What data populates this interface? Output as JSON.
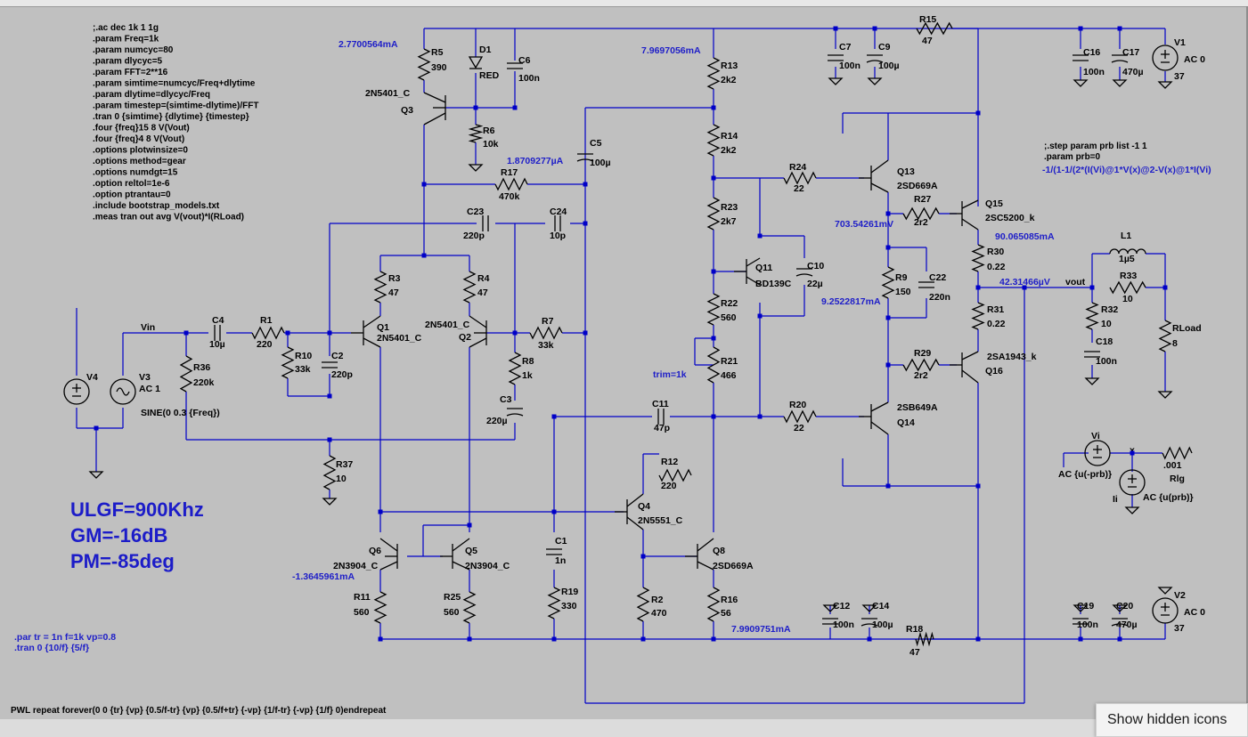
{
  "directives": [
    ";.ac dec 1k 1 1g",
    ".param Freq=1k",
    ".param numcyc=80",
    ".param dlycyc=5",
    ".param FFT=2**16",
    ".param simtime=numcyc/Freq+dlytime",
    ".param dlytime=dlycyc/Freq",
    ".param timestep=(simtime-dlytime)/FFT",
    ".tran 0 {simtime} {dlytime} {timestep}",
    ".four {freq}15 8 V(Vout)",
    ".four {freq}4 8 V(Vout)",
    ".options plotwinsize=0",
    ".options method=gear",
    ".options numdgt=15",
    ".option reltol=1e-6",
    ".option ptrantau=0",
    ".include bootstrap_models.txt",
    ".meas tran out avg V(vout)*I(RLoad)"
  ],
  "step_directives": [
    ";.step param prb list -1 1",
    ".param prb=0"
  ],
  "loopgain_expr": "-1/(1-1/(2*(I(Vi)@1*V(x)@2-V(x)@1*I(Vi)",
  "pulse_directives": [
    ".par tr = 1n f=1k vp=0.8",
    ".tran 0 {10/f} {5/f}"
  ],
  "pwl_directive": "PWL repeat forever(0 0 {tr} {vp} {0.5/f-tr} {vp} {0.5/f+tr} {-vp} {1/f-tr} {-vp} {1/f} 0)endrepeat",
  "results": [
    "ULGF=900Khz",
    "GM=-16dB",
    "PM=-85deg"
  ],
  "measurements": [
    "2.7700564mA",
    "7.9697056mA",
    "1.8709277µA",
    "703.54261mV",
    "90.065085mA",
    "42.31466µV",
    "9.2522817mA",
    "-1.3645961mA",
    "7.9909751mA"
  ],
  "net_labels": {
    "vin": "Vin",
    "vout": "vout",
    "x": "x",
    "trim": "trim=1k"
  },
  "components": {
    "R5": [
      "R5",
      "390"
    ],
    "D1": [
      "D1",
      "RED"
    ],
    "C6": [
      "C6",
      "100n"
    ],
    "Q3": [
      "Q3",
      "2N5401_C"
    ],
    "R6": [
      "R6",
      "10k"
    ],
    "C5": [
      "C5",
      "100µ"
    ],
    "R17": [
      "R17",
      "470k"
    ],
    "C23": [
      "C23",
      "220p"
    ],
    "C24": [
      "C24",
      "10p"
    ],
    "R3": [
      "R3",
      "47"
    ],
    "R4": [
      "R4",
      "47"
    ],
    "Q1": [
      "Q1",
      "2N5401_C"
    ],
    "Q2": [
      "Q2",
      "2N5401_C"
    ],
    "R7": [
      "R7",
      "33k"
    ],
    "R8": [
      "R8",
      "1k"
    ],
    "C3": [
      "C3",
      "220µ"
    ],
    "C4": [
      "C4",
      "10µ"
    ],
    "R1": [
      "R1",
      "220"
    ],
    "R10": [
      "R10",
      "33k"
    ],
    "C2": [
      "C2",
      "220p"
    ],
    "R36": [
      "R36",
      "220k"
    ],
    "R37": [
      "R37",
      "10"
    ],
    "V4": [
      "V4",
      ""
    ],
    "V3": [
      "V3",
      "AC 1"
    ],
    "V3sine": [
      "",
      "SINE(0 0.3 {Freq})"
    ],
    "R13": [
      "R13",
      "2k2"
    ],
    "R14": [
      "R14",
      "2k2"
    ],
    "R23": [
      "R23",
      "2k7"
    ],
    "R22": [
      "R22",
      "560"
    ],
    "R21": [
      "R21",
      "466"
    ],
    "Q11": [
      "Q11",
      "BD139C"
    ],
    "C10": [
      "C10",
      "22µ"
    ],
    "C7": [
      "C7",
      "100n"
    ],
    "C9": [
      "C9",
      "100µ"
    ],
    "R15": [
      "R15",
      "47"
    ],
    "C16": [
      "C16",
      "100n"
    ],
    "C17": [
      "C17",
      "470µ"
    ],
    "V1": [
      "V1",
      "AC 0"
    ],
    "V1v": [
      "",
      "37"
    ],
    "R24": [
      "R24",
      "22"
    ],
    "Q13": [
      "Q13",
      "2SD669A"
    ],
    "R27": [
      "R27",
      "2r2"
    ],
    "Q15": [
      "Q15",
      "2SC5200_k"
    ],
    "R9": [
      "R9",
      "150"
    ],
    "C22": [
      "C22",
      "220n"
    ],
    "R30": [
      "R30",
      "0.22"
    ],
    "R31": [
      "R31",
      "0.22"
    ],
    "L1": [
      "L1",
      "1µ5"
    ],
    "R33": [
      "R33",
      "10"
    ],
    "R32": [
      "R32",
      "10"
    ],
    "C18": [
      "C18",
      "100n"
    ],
    "RLoad": [
      "RLoad",
      "8"
    ],
    "R29": [
      "R29",
      "2r2"
    ],
    "Q16": [
      "Q16",
      "2SA1943_k"
    ],
    "C11": [
      "C11",
      "47p"
    ],
    "R20": [
      "R20",
      "22"
    ],
    "Q14": [
      "Q14",
      "2SB649A"
    ],
    "Vi": [
      "Vi",
      "AC {u(-prb)}"
    ],
    "Ii": [
      "Ii",
      "AC {u(prb)}"
    ],
    "Rlg": [
      "Rlg",
      ".001"
    ],
    "R12": [
      "R12",
      "220"
    ],
    "Q4": [
      "Q4",
      "2N5551_C"
    ],
    "Q6": [
      "Q6",
      "2N3904_C"
    ],
    "Q5": [
      "Q5",
      "2N3904_C"
    ],
    "C1": [
      "C1",
      "1n"
    ],
    "R19": [
      "R19",
      "330"
    ],
    "Q8": [
      "Q8",
      "2SD669A"
    ],
    "R11": [
      "R11",
      "560"
    ],
    "R25": [
      "R25",
      "560"
    ],
    "R2": [
      "R2",
      "470"
    ],
    "R16": [
      "R16",
      "56"
    ],
    "C12": [
      "C12",
      "100n"
    ],
    "C14": [
      "C14",
      "100µ"
    ],
    "R18": [
      "R18",
      "47"
    ],
    "C19": [
      "C19",
      "100n"
    ],
    "C20": [
      "C20",
      "470µ"
    ],
    "V2": [
      "V2",
      "AC 0"
    ],
    "V2v": [
      "",
      "37"
    ]
  },
  "taskbar_tooltip": "Show hidden icons",
  "colors": {
    "background": "#c0c0c0",
    "wire": "#0000c8",
    "result_text": "#1c1cc8",
    "component": "#000000"
  }
}
